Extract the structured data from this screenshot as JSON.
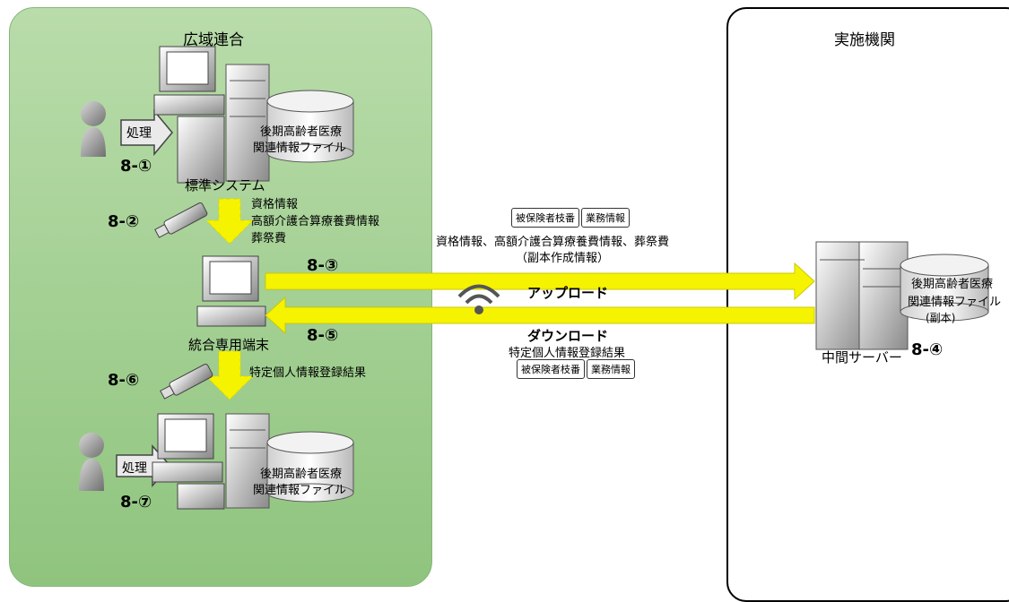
{
  "zones": {
    "left_title": "広域連合",
    "right_title": "実施機関"
  },
  "top": {
    "process_label": "処理",
    "db_line1": "後期高齢者医療",
    "db_line2": "関連情報ファイル",
    "step": "8-①",
    "system_label": "標準システム"
  },
  "usb1": {
    "step": "8-②",
    "line1": "資格情報",
    "line2": "高額介護合算療養費情報",
    "line3": "葬祭費"
  },
  "terminal": {
    "label": "統合専用端末"
  },
  "upload": {
    "step": "8-③",
    "label": "アップロード",
    "tag1": "被保険者枝番",
    "tag2": "業務情報",
    "line1": "資格情報、高額介護合算療養費情報、葬祭費",
    "line2": "（副本作成情報）"
  },
  "download": {
    "step": "8-⑤",
    "label": "ダウンロード",
    "line1": "特定個人情報登録結果",
    "tag1": "被保険者枝番",
    "tag2": "業務情報"
  },
  "server": {
    "db_line1": "後期高齢者医療",
    "db_line2": "関連情報ファイル",
    "db_line3": "(副本)",
    "label": "中間サーバー",
    "step": "8-④"
  },
  "usb2": {
    "step": "8-⑥",
    "line1": "特定個人情報登録結果"
  },
  "bottom": {
    "process_label": "処理",
    "db_line1": "後期高齢者医療",
    "db_line2": "関連情報ファイル",
    "step": "8-⑦"
  }
}
